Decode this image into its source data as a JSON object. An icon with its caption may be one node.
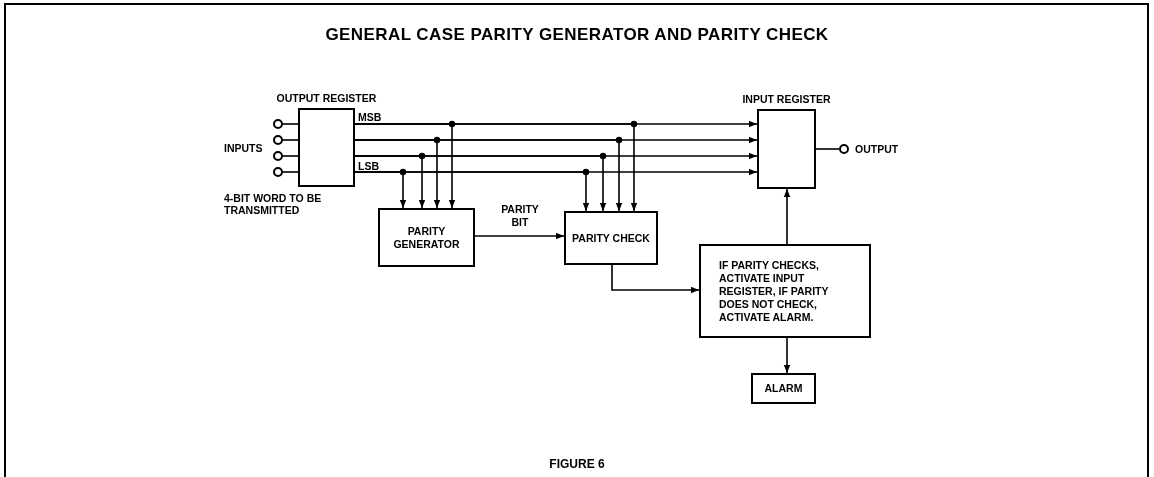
{
  "diagram": {
    "title": "GENERAL CASE PARITY GENERATOR AND PARITY CHECK",
    "caption": "FIGURE 6",
    "nodes": [
      {
        "text": [],
        "shape": "circle"
      },
      {
        "text": [],
        "shape": "circle"
      },
      {
        "text": [],
        "shape": "circle"
      },
      {
        "text": [],
        "shape": "circle"
      },
      {
        "text": [
          "OUTPUT REGISTER"
        ]
      },
      {
        "text": [
          "INPUT REGISTER"
        ]
      },
      {
        "text": [],
        "shape": "circle",
        "beside": [
          "OUTPUT"
        ]
      },
      {
        "text": [
          "PARITY GENERATOR"
        ]
      },
      {
        "text": [
          "PARITY CHECK"
        ]
      },
      {
        "text": [
          "IF PARITY CHECKS, ACTIVATE INPUT REGISTER, IF PARITY DOES NOT CHECK, ACTIVATE ALARM."
        ]
      },
      {
        "text": [
          "ALARM"
        ]
      }
    ],
    "edges": [
      {
        "from": 0,
        "to": 4,
        "arrow": "none"
      },
      {
        "from": 1,
        "to": 4,
        "arrow": "none"
      },
      {
        "from": 2,
        "to": 4,
        "arrow": "none"
      },
      {
        "from": 3,
        "to": 4,
        "arrow": "none"
      },
      {
        "from": 4,
        "to": 5,
        "arrow": "to"
      },
      {
        "from": 4,
        "to": 5,
        "arrow": "to"
      },
      {
        "from": 4,
        "to": 5,
        "arrow": "to"
      },
      {
        "from": 4,
        "to": 5,
        "arrow": "to"
      },
      {
        "from": 4,
        "to": 7,
        "arrow": "to"
      },
      {
        "from": 4,
        "to": 7,
        "arrow": "to"
      },
      {
        "from": 4,
        "to": 7,
        "arrow": "to"
      },
      {
        "from": 4,
        "to": 7,
        "arrow": "to"
      },
      {
        "from": 4,
        "to": 8,
        "arrow": "to"
      },
      {
        "from": 4,
        "to": 8,
        "arrow": "to"
      },
      {
        "from": 4,
        "to": 8,
        "arrow": "to"
      },
      {
        "from": 4,
        "to": 8,
        "arrow": "to"
      },
      {
        "from": 7,
        "to": 8,
        "arrow": "to",
        "label": "PARITY BIT"
      },
      {
        "from": 8,
        "to": 9,
        "arrow": "to"
      },
      {
        "from": 9,
        "to": 5,
        "arrow": "to"
      },
      {
        "from": 9,
        "to": 10,
        "arrow": "to"
      },
      {
        "from": 5,
        "to": 6,
        "arrow": "none"
      }
    ],
    "labels": [
      "MSB",
      "LSB",
      "INPUTS",
      "4-BIT WORD TO BE TRANSMITTED"
    ]
  }
}
